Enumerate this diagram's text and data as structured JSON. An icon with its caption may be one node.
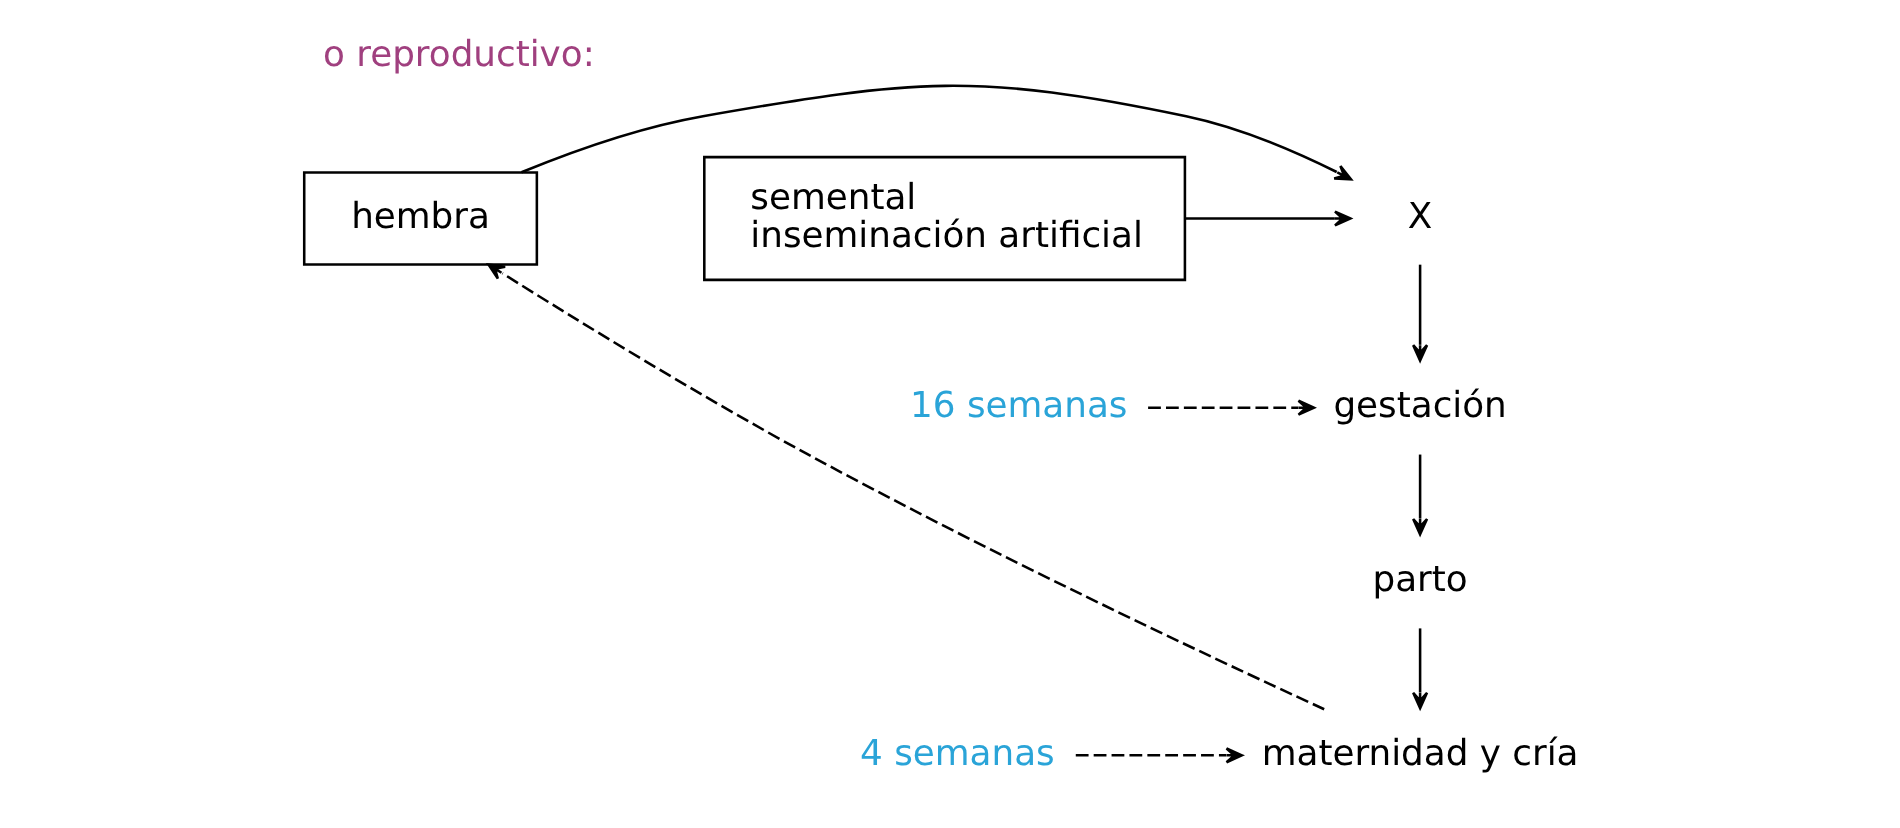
{
  "diagram": {
    "title": "o reproductivo:",
    "nodes": [
      {
        "text": [
          "hembra"
        ]
      },
      {
        "text": [
          "X"
        ]
      },
      {
        "text": [
          "semental inseminación artificial"
        ]
      },
      {
        "text": [
          "gestación"
        ]
      },
      {
        "text": [
          "parto"
        ]
      },
      {
        "text": [
          "maternidad y cría"
        ]
      },
      {
        "text": [
          "16 semanas"
        ]
      },
      {
        "text": [
          "4 semanas"
        ]
      }
    ],
    "edges": [
      {
        "from": 0,
        "to": 1,
        "arrow": "to"
      },
      {
        "from": 2,
        "to": 1,
        "arrow": "to"
      },
      {
        "from": 1,
        "to": 3,
        "arrow": "to"
      },
      {
        "from": 3,
        "to": 4,
        "arrow": "to"
      },
      {
        "from": 4,
        "to": 5,
        "arrow": "to"
      },
      {
        "from": 6,
        "to": 3,
        "arrow": "to",
        "style": "dashed"
      },
      {
        "from": 7,
        "to": 5,
        "arrow": "to",
        "style": "dashed"
      },
      {
        "from": 5,
        "to": 0,
        "arrow": "to",
        "style": "dashed"
      }
    ]
  }
}
